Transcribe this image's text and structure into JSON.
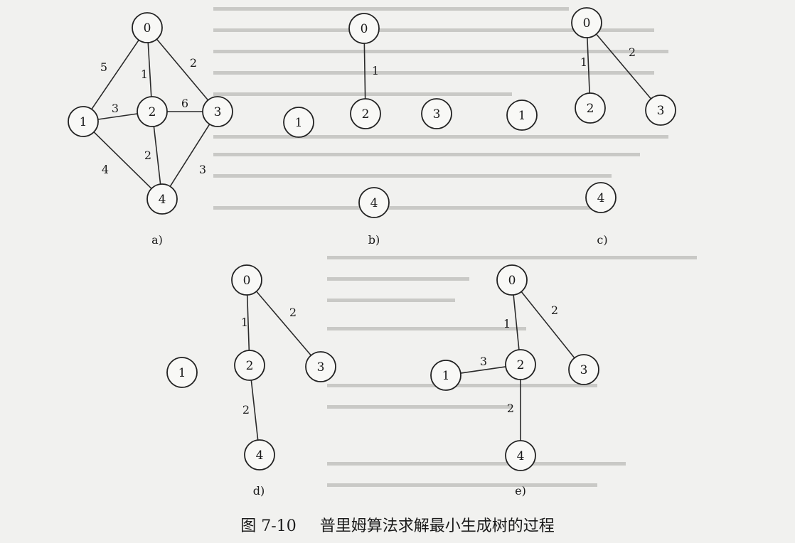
{
  "caption": {
    "figure_number": "图 7-10",
    "title": "普里姆算法求解最小生成树的过程"
  },
  "colors": {
    "background": "#f1f1ef",
    "ink": "#1a1a1a",
    "node_fill": "#f8f8f6"
  },
  "panels": [
    {
      "id": "a",
      "label": "a)",
      "nodes": [
        "0",
        "1",
        "2",
        "3",
        "4"
      ],
      "edges": [
        {
          "from": "0",
          "to": "1",
          "weight": "5"
        },
        {
          "from": "0",
          "to": "2",
          "weight": "1"
        },
        {
          "from": "0",
          "to": "3",
          "weight": "2"
        },
        {
          "from": "1",
          "to": "2",
          "weight": "3"
        },
        {
          "from": "2",
          "to": "3",
          "weight": "6"
        },
        {
          "from": "2",
          "to": "4",
          "weight": "2"
        },
        {
          "from": "1",
          "to": "4",
          "weight": "4"
        },
        {
          "from": "3",
          "to": "4",
          "weight": "3"
        }
      ]
    },
    {
      "id": "b",
      "label": "b)",
      "nodes": [
        "0",
        "1",
        "2",
        "3",
        "4"
      ],
      "edges": [
        {
          "from": "0",
          "to": "2",
          "weight": "1"
        }
      ]
    },
    {
      "id": "c",
      "label": "c)",
      "nodes": [
        "0",
        "1",
        "2",
        "3",
        "4"
      ],
      "edges": [
        {
          "from": "0",
          "to": "2",
          "weight": "1"
        },
        {
          "from": "0",
          "to": "3",
          "weight": "2"
        }
      ]
    },
    {
      "id": "d",
      "label": "d)",
      "nodes": [
        "0",
        "1",
        "2",
        "3",
        "4"
      ],
      "edges": [
        {
          "from": "0",
          "to": "2",
          "weight": "1"
        },
        {
          "from": "0",
          "to": "3",
          "weight": "2"
        },
        {
          "from": "2",
          "to": "4",
          "weight": "2"
        }
      ]
    },
    {
      "id": "e",
      "label": "e)",
      "nodes": [
        "0",
        "1",
        "2",
        "3",
        "4"
      ],
      "edges": [
        {
          "from": "0",
          "to": "2",
          "weight": "1"
        },
        {
          "from": "0",
          "to": "3",
          "weight": "2"
        },
        {
          "from": "2",
          "to": "4",
          "weight": "2"
        },
        {
          "from": "1",
          "to": "2",
          "weight": "3"
        }
      ]
    }
  ]
}
